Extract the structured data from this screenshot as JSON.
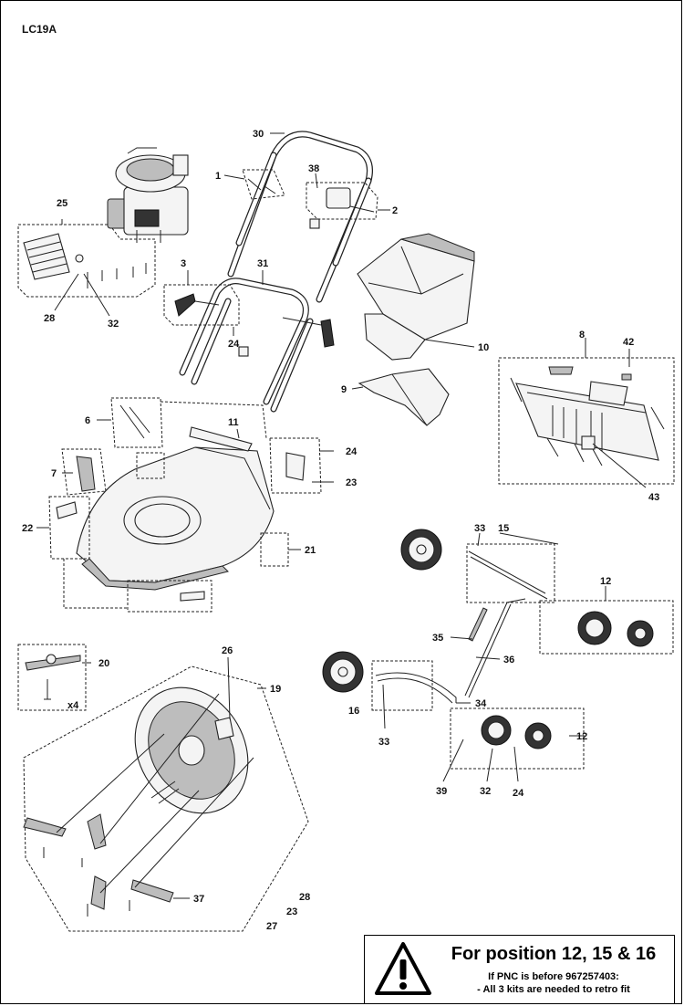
{
  "diagram": {
    "model": "LC19A",
    "callouts": {
      "c1": "1",
      "c2": "2",
      "c3": "3",
      "c6": "6",
      "c7": "7",
      "c8": "8",
      "c9": "9",
      "c10": "10",
      "c11": "11",
      "c12a": "12",
      "c12b": "12",
      "c15": "15",
      "c16": "16",
      "c19": "19",
      "c20": "20",
      "c21": "21",
      "c22": "22",
      "c23a": "23",
      "c23b": "23",
      "c24a": "24",
      "c24b": "24",
      "c24c": "24",
      "c25": "25",
      "c26": "26",
      "c27": "27",
      "c28a": "28",
      "c28b": "28",
      "c30": "30",
      "c31": "31",
      "c32a": "32",
      "c32b": "32",
      "c33a": "33",
      "c33b": "33",
      "c34": "34",
      "c35": "35",
      "c36": "36",
      "c37": "37",
      "c38": "38",
      "c39": "39",
      "c42": "42",
      "c43": "43"
    },
    "quantity_note": "x4"
  },
  "notice": {
    "icon": "warning-triangle-icon",
    "title": "For position 12, 15 & 16",
    "line1": "If PNC is before 967257403:",
    "line2": "- All 3 kits are needed to retro fit"
  }
}
